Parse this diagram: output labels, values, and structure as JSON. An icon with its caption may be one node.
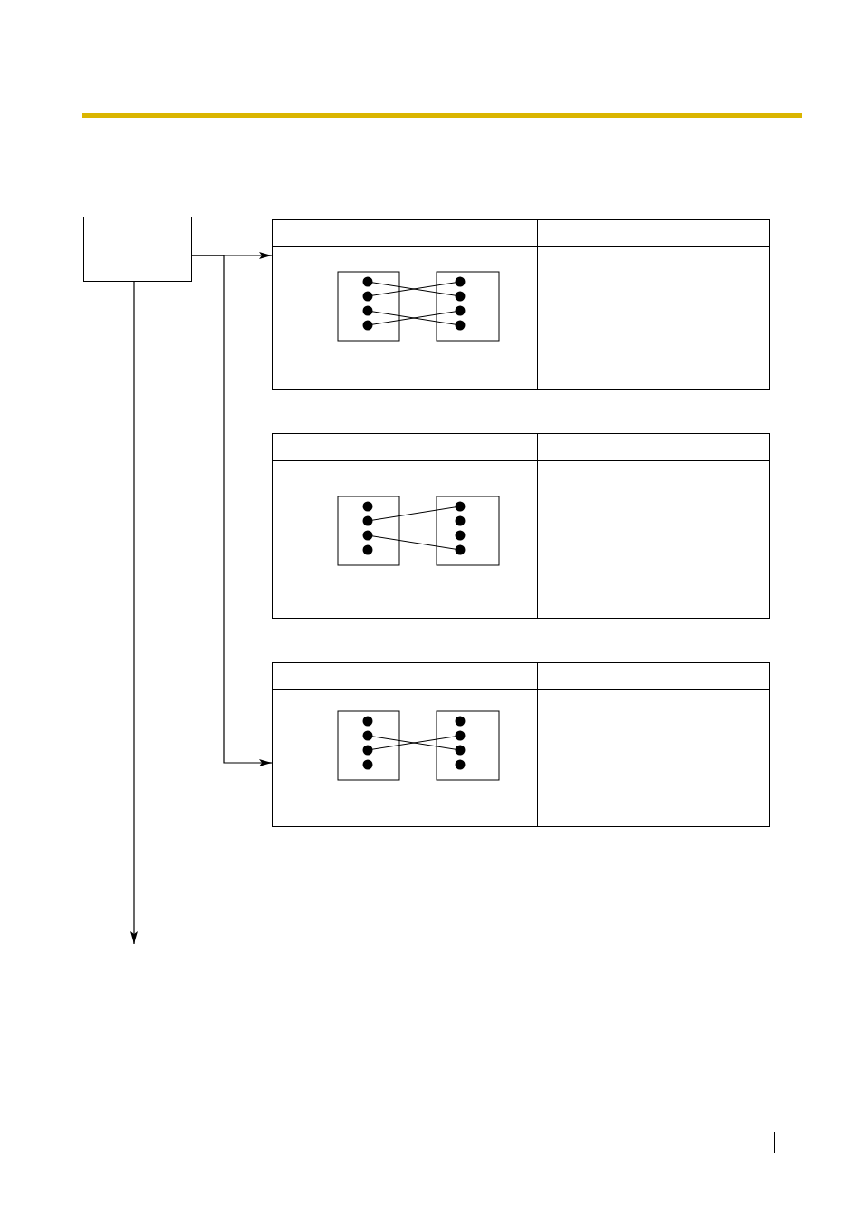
{
  "diagram": {
    "nodes": [
      {
        "text": [],
        "shape": "box"
      },
      {
        "text": [],
        "shape": "table"
      },
      {
        "text": [],
        "shape": "table"
      },
      {
        "text": [],
        "shape": "table"
      }
    ],
    "edges": [
      {
        "from": 0,
        "to": 1,
        "arrow": "to"
      },
      {
        "from": 0,
        "to": 3,
        "arrow": "to"
      },
      {
        "from": 0,
        "to": null,
        "arrow": "to"
      }
    ]
  }
}
